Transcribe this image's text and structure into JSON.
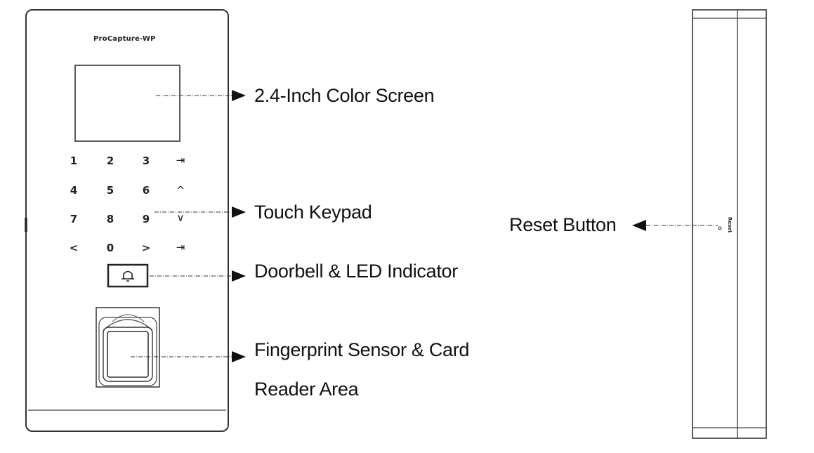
{
  "device": {
    "brand": "ProCapture-WP",
    "keypad": [
      "1",
      "2",
      "3",
      "⇥",
      "4",
      "5",
      "6",
      "^",
      "7",
      "8",
      "9",
      "∨",
      "<",
      "0",
      ">",
      "⇥"
    ],
    "side_reset_text": "Reset"
  },
  "callouts": {
    "screen": "2.4-Inch Color Screen",
    "keypad": "Touch Keypad",
    "doorbell": "Doorbell & LED Indicator",
    "fingerprint_line1": "Fingerprint Sensor & Card",
    "fingerprint_line2": "Reader Area",
    "reset": "Reset Button"
  }
}
